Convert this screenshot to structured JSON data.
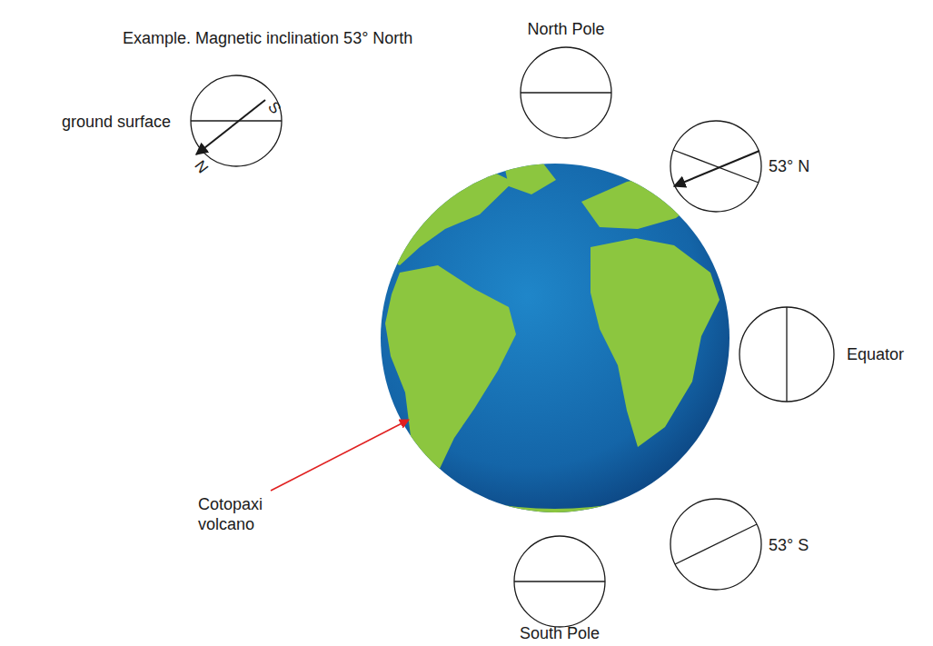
{
  "diagram": {
    "labels": [
      "Example. Magnetic inclination 53° North",
      "ground surface",
      "S",
      "N",
      "North Pole",
      "53° N",
      "Equator",
      "53° S",
      "South Pole",
      "Cotopaxi volcano"
    ]
  }
}
